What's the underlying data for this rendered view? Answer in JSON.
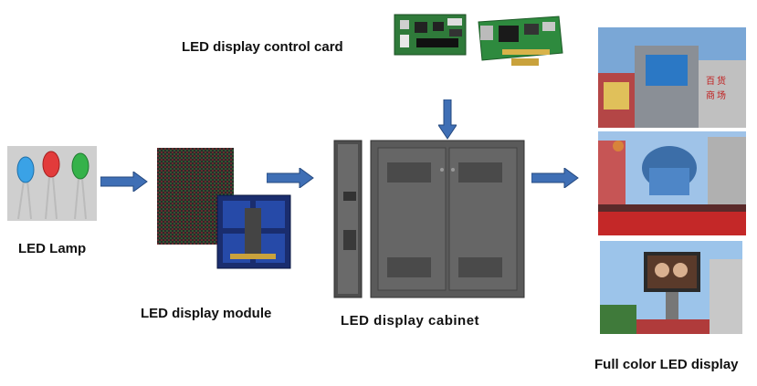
{
  "labels": {
    "control_card": "LED display control card",
    "lamp": "LED Lamp",
    "module": "LED display module",
    "cabinet": "LED display cabinet",
    "display": "Full color LED display"
  },
  "billboard_texts": {
    "store_sign_1": "百",
    "store_sign_2": "货",
    "store_sign_3": "商",
    "store_sign_4": "场"
  },
  "colors": {
    "arrow_fill": "#3f6fb5",
    "arrow_stroke": "#24487e",
    "cabinet": "#5a5a5a",
    "module_blue": "#1c3a8c"
  }
}
